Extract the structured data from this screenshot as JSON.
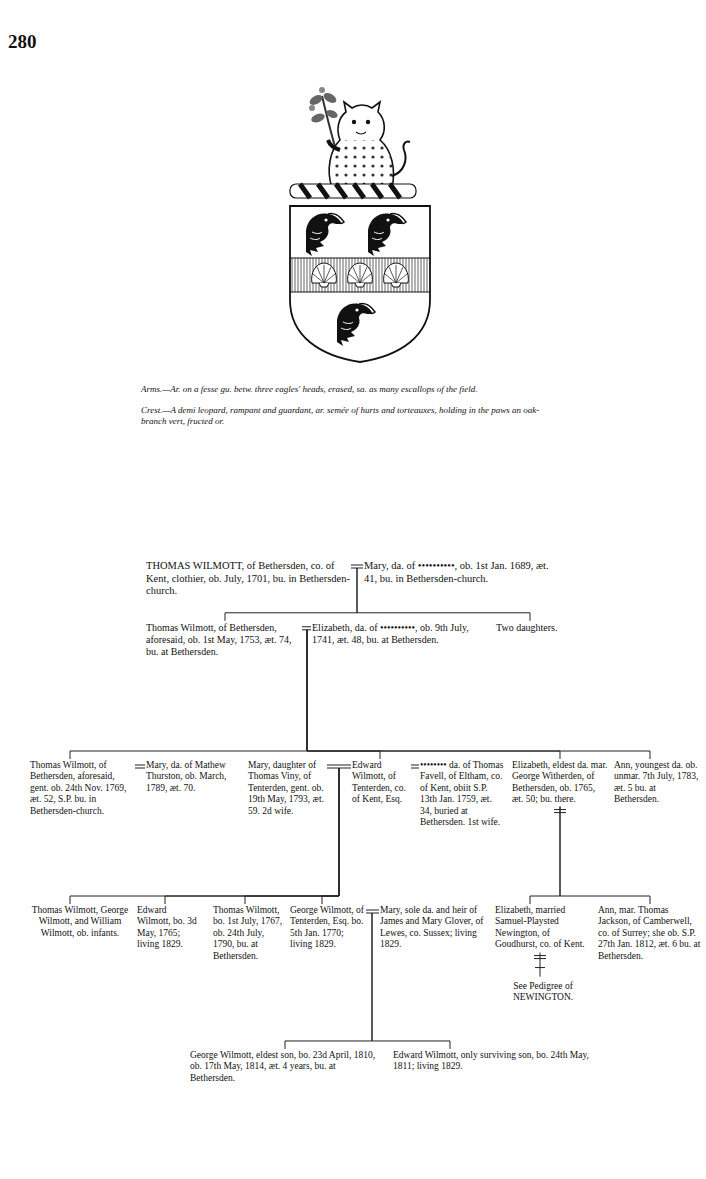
{
  "diagram": {
    "nodes": [
      {
        "text": [
          "THOMAS WILMOTT, of Bethersden, co. of Kent, clothier, ob. July, 1701, bu. in Bethersden-church."
        ]
      },
      {
        "text": [
          "Mary, da. of ••••••••••, ob. 1st Jan. 1689, æt. 41, bu. in Bethersden-church."
        ]
      },
      {
        "text": [
          "Thomas Wilmott, of Bethersden, aforesaid, ob. 1st May, 1753, æt. 74, bu. at Bethersden."
        ]
      },
      {
        "text": [
          "Elizabeth, da. of ••••••••••, ob. 9th July, 1741, æt. 48, bu. at Bethersden."
        ]
      },
      {
        "text": [
          "Two daughters."
        ]
      },
      {
        "text": [
          "Thomas Wilmott, of Bethersden, aforesaid, gent. ob. 24th Nov. 1769, æt. 52, S.P. bu. in Bethersden-church."
        ]
      },
      {
        "text": [
          "Mary, da. of Mathew Thurston, ob. March, 1789, æt. 70."
        ]
      },
      {
        "text": [
          "Mary, daughter of Thomas Viny, of Tenterden, gent. ob. 19th May, 1793, æt. 59. 2d wife."
        ]
      },
      {
        "text": [
          "Edward Wilmott, of Tenterden, co. of Kent, Esq."
        ]
      },
      {
        "text": [
          "•••••••• da. of Thomas Favell, of Eltham, co. of Kent, obiit S.P. 13th Jan. 1759, æt. 34, buried at Bethersden. 1st wife."
        ]
      },
      {
        "text": [
          "Elizabeth, eldest da. mar. George Witherden, of Bethersden, ob. 1765, æt. 50; bu. there."
        ]
      },
      {
        "text": [
          "Ann, youngest da. ob. unmar. 7th July, 1783, æt. 5 bu. at Bethersden."
        ]
      },
      {
        "text": [
          "Thomas Wilmott, George Wilmott, and William Wilmott, ob. infants."
        ]
      },
      {
        "text": [
          "Edward Wilmott, bo. 3d May, 1765; living 1829."
        ]
      },
      {
        "text": [
          "Thomas Wilmott, bo. 1st July, 1767, ob. 24th July, 1790, bu. at Bethersden."
        ]
      },
      {
        "text": [
          "George Wilmott, of Tenterden, Esq. bo. 5th Jan. 1770; living 1829."
        ]
      },
      {
        "text": [
          "Mary, sole da. and heir of James and Mary Glover, of Lewes, co. Sussex; living 1829."
        ]
      },
      {
        "text": [
          "Elizabeth, married Samuel-Playsted Newington, of Goudhurst, co. of Kent."
        ]
      },
      {
        "text": [
          "Ann, mar. Thomas Jackson, of Camberwell, co. of Surrey; she ob. S.P. 27th Jan. 1812, æt. 6 bu. at Bethersden."
        ]
      },
      {
        "text": [
          "George Wilmott, eldest son, bo. 23d April, 1810, ob. 17th May, 1814, æt. 4 years, bu. at Bethersden."
        ]
      },
      {
        "text": [
          "Edward Wilmott, only surviving son, bo. 24th May, 1811; living 1829."
        ]
      }
    ],
    "edges": [
      {
        "from": 0,
        "to": 1,
        "arrow": "none"
      },
      {
        "from": 0,
        "to": 2,
        "arrow": "none"
      },
      {
        "from": 0,
        "to": 4,
        "arrow": "none"
      },
      {
        "from": 2,
        "to": 3,
        "arrow": "none"
      },
      {
        "from": 2,
        "to": 5,
        "arrow": "none"
      },
      {
        "from": 2,
        "to": 8,
        "arrow": "none"
      },
      {
        "from": 2,
        "to": 10,
        "arrow": "none"
      },
      {
        "from": 2,
        "to": 11,
        "arrow": "none"
      },
      {
        "from": 5,
        "to": 6,
        "arrow": "none"
      },
      {
        "from": 7,
        "to": 8,
        "arrow": "none"
      },
      {
        "from": 8,
        "to": 9,
        "arrow": "none"
      },
      {
        "from": 8,
        "to": 12,
        "arrow": "none"
      },
      {
        "from": 8,
        "to": 13,
        "arrow": "none"
      },
      {
        "from": 8,
        "to": 14,
        "arrow": "none"
      },
      {
        "from": 8,
        "to": 15,
        "arrow": "none"
      },
      {
        "from": 10,
        "to": 17,
        "arrow": "none"
      },
      {
        "from": 10,
        "to": 18,
        "arrow": "none"
      },
      {
        "from": 15,
        "to": 16,
        "arrow": "none"
      },
      {
        "from": 15,
        "to": 19,
        "arrow": "none"
      },
      {
        "from": 15,
        "to": 20,
        "arrow": "none"
      }
    ],
    "labels": [
      "280",
      "Arms.—Ar. on a fesse gu. betw. three eagles' heads, erased, sa. as many escallops of the field.",
      "Crest.—A demi leopard, rampant and guardant, ar. semée of hurts and torteauxes, holding in the paws an oak-branch vert, fructed or.",
      "See Pedigree of NEWINGTON."
    ]
  }
}
